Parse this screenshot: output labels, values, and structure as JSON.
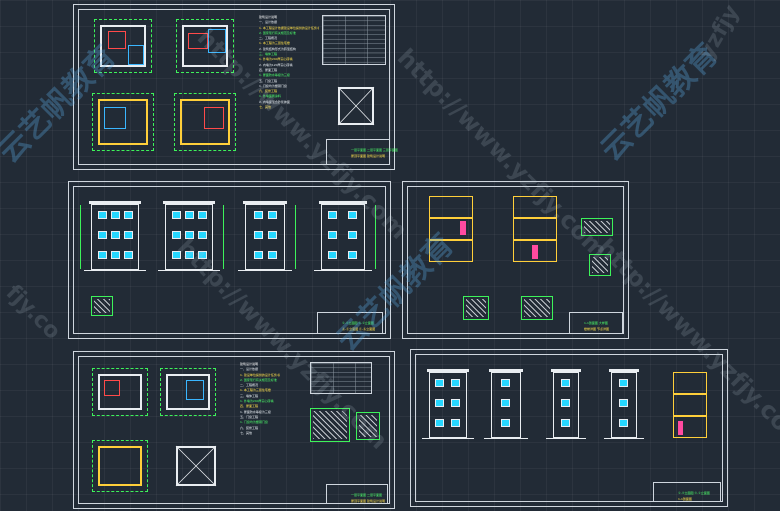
{
  "sheets": {
    "s1": {
      "notes_title": "建筑设计说明",
      "notes": [
        "一、设计依据",
        "1. 本工程设计依据建设单位提供的设计任务书",
        "2. 国家现行有关规范及标准",
        "二、工程概况",
        "1. 本工程为三层住宅楼",
        "2. 建筑结构形式为砖混结构",
        "三、墙体工程",
        "1. 外墙为240厚实心砖墙",
        "2. 内墙为120厚实心砖墙",
        "四、屋面工程",
        "1. 屋面防水等级为三级",
        "五、门窗工程",
        "1. 门窗均为塑钢门窗",
        "六、装修工程",
        "1. 外墙面刷涂料",
        "2. 内墙面混合砂浆抹面",
        "七、其他"
      ],
      "tb1": "一层平面图 二层平面图 三层平面图",
      "tb2": "屋顶平面图 建筑设计说明"
    },
    "s2": {
      "tb1": "①-④立面图 ④-①立面图",
      "tb2": "Ⓐ-Ⓒ立面图 Ⓒ-Ⓐ立面图"
    },
    "s3": {
      "tb1": "1-1剖面图 大样图",
      "tb2": "楼梯详图 节点详图"
    },
    "s4": {
      "notes_title": "建筑设计说明",
      "notes": [
        "一、设计依据",
        "1. 建设单位提供的设计任务书",
        "2. 国家现行有关规范及标准",
        "二、工程概况",
        "1. 本工程为三层住宅楼",
        "三、墙体工程",
        "1. 外墙为240厚实心砖墙",
        "四、屋面工程",
        "1. 屋面防水等级为三级",
        "五、门窗工程",
        "1. 门窗均为塑钢门窗",
        "六、装修工程",
        "七、其他"
      ],
      "tb1": "一层平面图 二层平面图",
      "tb2": "屋顶平面图 建筑设计说明"
    },
    "s5": {
      "tb1": "①-④立面图 ④-①立面图",
      "tb2": "1-1剖面图"
    }
  },
  "watermarks": {
    "chinese": "云艺帆教育",
    "url": "http://www.yzfjy.com",
    "fragment1": "yzfjy",
    "fragment2": "fjy.co"
  }
}
